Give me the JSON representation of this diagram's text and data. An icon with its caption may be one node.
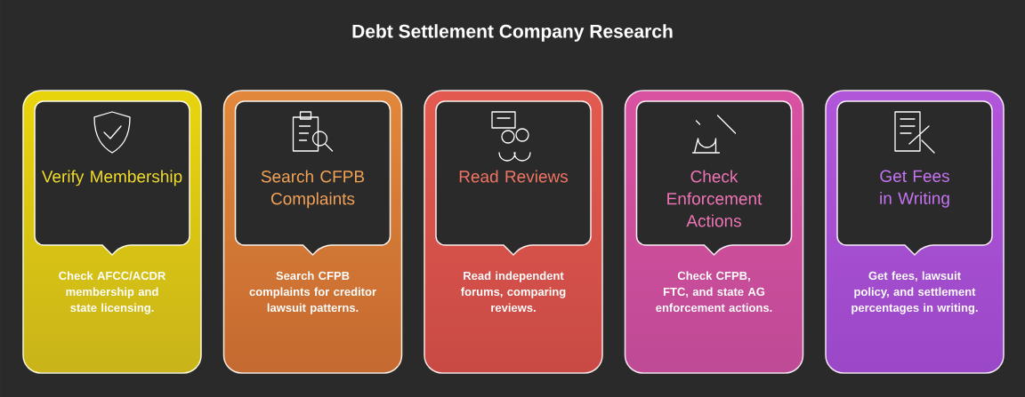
{
  "diagram": {
    "title": "Debt Settlement Company Research",
    "nodes": [
      {
        "text": [
          "Check AFCC/ACDR membership and state licensing."
        ]
      },
      {
        "text": [
          "Verify Membership"
        ],
        "in": 0
      },
      {
        "text": [
          "Search CFPB complaints for creditor lawsuit patterns."
        ]
      },
      {
        "text": [
          "Search CFPB Complaints"
        ],
        "in": 2
      },
      {
        "text": [
          "Read independent forums, comparing reviews."
        ]
      },
      {
        "text": [
          "Read Reviews"
        ],
        "in": 4
      },
      {
        "text": [
          "Check CFPB, FTC, and state AG enforcement actions."
        ]
      },
      {
        "text": [
          "Check Enforcement Actions"
        ],
        "in": 6
      },
      {
        "text": [
          "Get fees, lawsuit policy, and settlement percentages in writing."
        ]
      },
      {
        "text": [
          "Get Fees in Writing"
        ],
        "in": 8
      }
    ]
  }
}
